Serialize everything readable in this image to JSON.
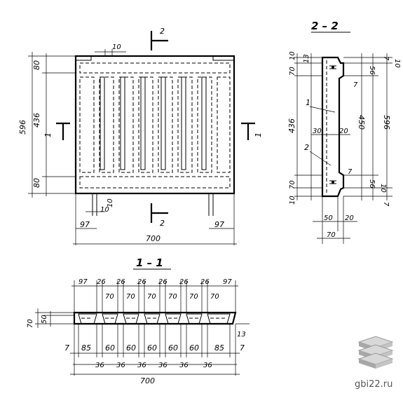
{
  "plan": {
    "dims": {
      "top_gap": "10",
      "left_80_top": "80",
      "left_436": "436",
      "left_596": "596",
      "left_80_bottom": "80",
      "bottom_10a": "10",
      "bottom_10b": "10",
      "bottom_97_left": "97",
      "bottom_97_right": "97",
      "bottom_700": "700"
    },
    "section_marks": {
      "top": "2",
      "bottom": "2",
      "left": "1",
      "right": "1"
    }
  },
  "section_2_2": {
    "title": "2 – 2",
    "dims": {
      "l_10_top": "10",
      "l_13": "13",
      "l_70_top": "70",
      "l_436": "436",
      "l_70_bottom": "70",
      "l_10_bottom": "10",
      "r_7_top": "7",
      "r_10_top": "10",
      "r_56_top": "56",
      "r_7_a": "7",
      "r_450": "450",
      "r_596": "596",
      "r_7_b": "7",
      "r_56_bottom": "56",
      "r_10_bottom": "10",
      "r_7_bottom": "7",
      "mid_30": "30",
      "mid_20": "20",
      "b_50": "50",
      "b_20": "20",
      "b_70": "70"
    },
    "callouts": {
      "one": "1",
      "two": "2"
    }
  },
  "section_1_1": {
    "title": "1 – 1",
    "top_dims": [
      "97",
      "26",
      "26",
      "26",
      "26",
      "26",
      "26",
      "97"
    ],
    "inner_70": [
      "70",
      "70",
      "70",
      "70",
      "70",
      "70"
    ],
    "left_70": "70",
    "left_50": "50",
    "right_13": "13",
    "bottom_dims": [
      "7",
      "85",
      "60",
      "60",
      "60",
      "60",
      "60",
      "85",
      "7"
    ],
    "bottom_36": [
      "36",
      "36",
      "36",
      "36",
      "36",
      "36"
    ],
    "total_700": "700"
  },
  "watermark": "gbi22.ru"
}
